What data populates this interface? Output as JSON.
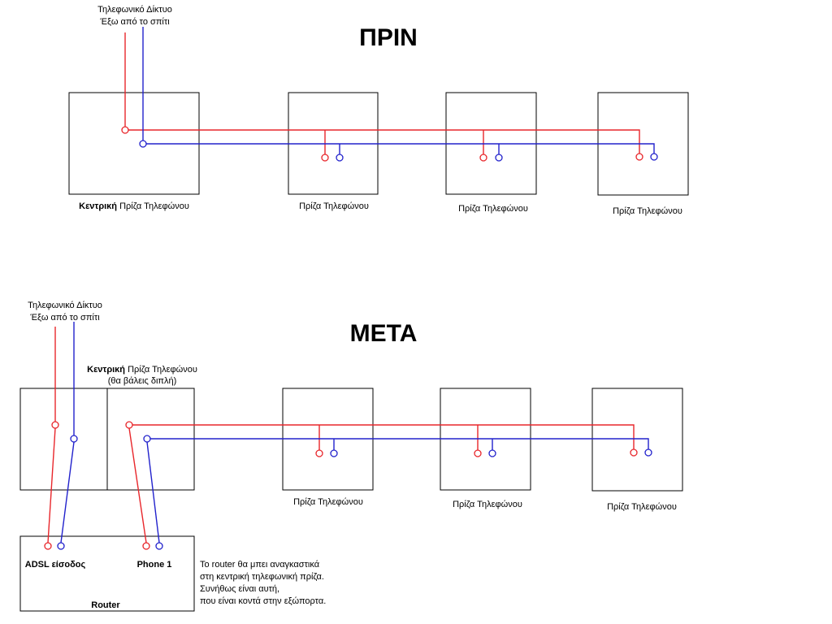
{
  "colors": {
    "red": "#e8262b",
    "blue": "#2222cc",
    "outline": "#000000"
  },
  "network_label": {
    "line1": "Τηλεφωνικό Δίκτυο",
    "line2": "Έξω από το σπίτι"
  },
  "before": {
    "title": "ΠΡΙΝ",
    "central_socket": {
      "bold": "Κεντρική",
      "rest": " Πρίζα Τηλεφώνου"
    },
    "sockets": [
      "Πρίζα Τηλεφώνου",
      "Πρίζα Τηλεφώνου",
      "Πρίζα Τηλεφώνου"
    ]
  },
  "after": {
    "title": "ΜΕΤΑ",
    "central_socket": {
      "bold": "Κεντρική",
      "rest": " Πρίζα Τηλεφώνου",
      "note": "(θα βάλεις διπλή)"
    },
    "sockets": [
      "Πρίζα Τηλεφώνου",
      "Πρίζα Τηλεφώνου",
      "Πρίζα Τηλεφώνου"
    ],
    "router": {
      "name": "Router",
      "adsl_port": "ADSL είσοδος",
      "phone_port": "Phone 1"
    },
    "router_note": [
      "Το router θα μπει αναγκαστικά",
      "στη κεντρική τηλεφωνική πρίζα.",
      "Συνήθως είναι αυτή,",
      "που είναι κοντά στην εξώπορτα."
    ]
  }
}
